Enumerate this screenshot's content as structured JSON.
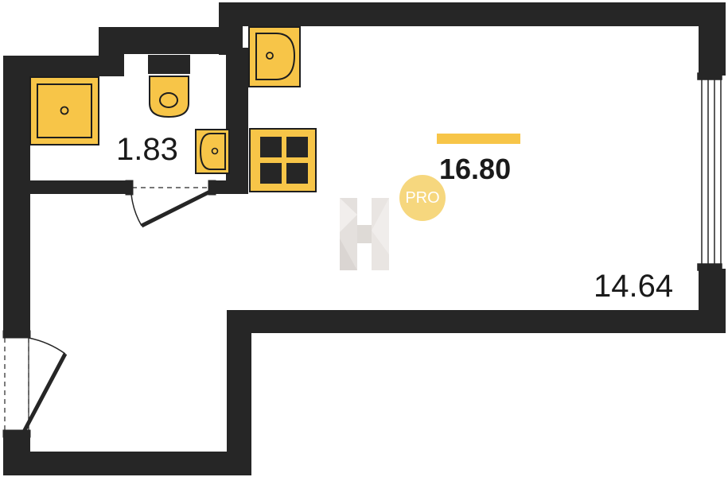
{
  "plan": {
    "total_area": "16.80",
    "bathroom_area": "1.83",
    "room_area": "14.64",
    "badge_text": "PRO"
  },
  "colors": {
    "wall": "#262626",
    "fixture_fill": "#f7c548",
    "fixture_stroke": "#1e1e1e",
    "badge": "#f6d77e",
    "watermark": "#d9d4d0"
  }
}
